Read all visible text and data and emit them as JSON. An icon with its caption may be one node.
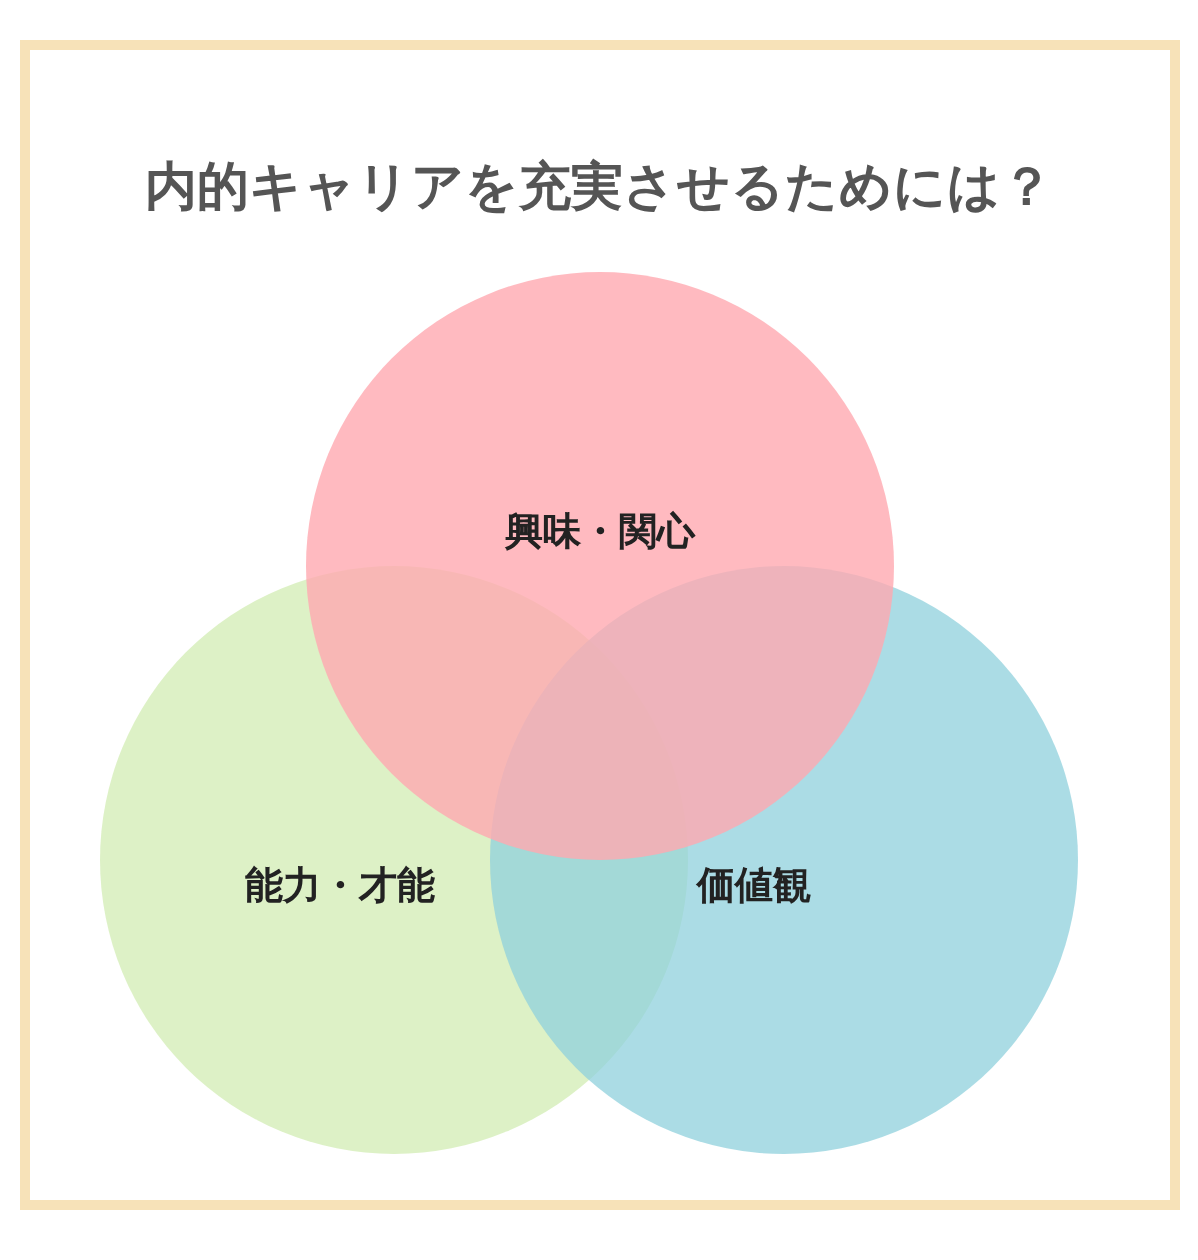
{
  "diagram": {
    "title": "内的キャリアを充実させるためには？",
    "nodes": [
      {
        "text": [
          "興味・関心"
        ]
      },
      {
        "text": [
          "能力・才能"
        ]
      },
      {
        "text": [
          "価値観"
        ]
      }
    ]
  }
}
